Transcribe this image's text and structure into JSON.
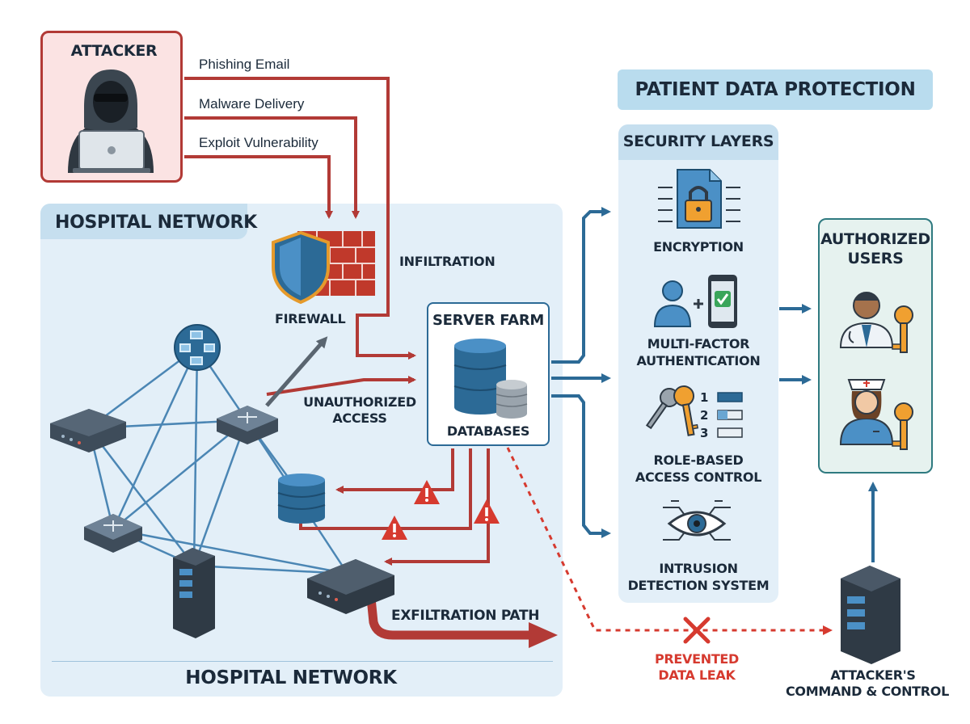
{
  "attacker": {
    "title": "ATTACKER",
    "vectors": [
      "Phishing Email",
      "Malware Delivery",
      "Exploit Vulnerability"
    ]
  },
  "hospital": {
    "header": "HOSPITAL NETWORK",
    "footer": "HOSPITAL NETWORK",
    "firewall_label": "FIREWALL",
    "infiltration_label": "INFILTRATION",
    "unauthorized_label": [
      "UNAUTHORIZED",
      "ACCESS"
    ],
    "exfiltration_label": "EXFILTRATION PATH"
  },
  "server_farm": {
    "title": "SERVER FARM",
    "databases_label": "DATABASES"
  },
  "protection": {
    "banner": "PATIENT DATA PROTECTION",
    "layers_title": "SECURITY LAYERS",
    "layers": [
      {
        "lines": [
          "ENCRYPTION"
        ],
        "icon": "locked-document-icon"
      },
      {
        "lines": [
          "MULTI-FACTOR",
          "AUTHENTICATION"
        ],
        "icon": "user-plus-phone-icon"
      },
      {
        "lines": [
          "ROLE-BASED",
          "ACCESS CONTROL"
        ],
        "icon": "keys-roles-icon"
      },
      {
        "lines": [
          "INTRUSION",
          "DETECTION SYSTEM"
        ],
        "icon": "eye-icon"
      }
    ],
    "role_numbers": [
      "1",
      "2",
      "3"
    ]
  },
  "authorized": {
    "title": [
      "AUTHORIZED",
      "USERS"
    ]
  },
  "leak": {
    "label": [
      "PREVENTED",
      "DATA LEAK"
    ]
  },
  "c2": {
    "label": [
      "ATTACKER'S",
      "COMMAND & CONTROL"
    ]
  },
  "colors": {
    "attack_red": "#b23a36",
    "defense_blue": "#2c6a96",
    "panel_bg": "#e3eff8",
    "attacker_bg": "#fbe3e3",
    "authorized_bg": "#e6f2ef",
    "leak_red": "#d63a2f"
  }
}
